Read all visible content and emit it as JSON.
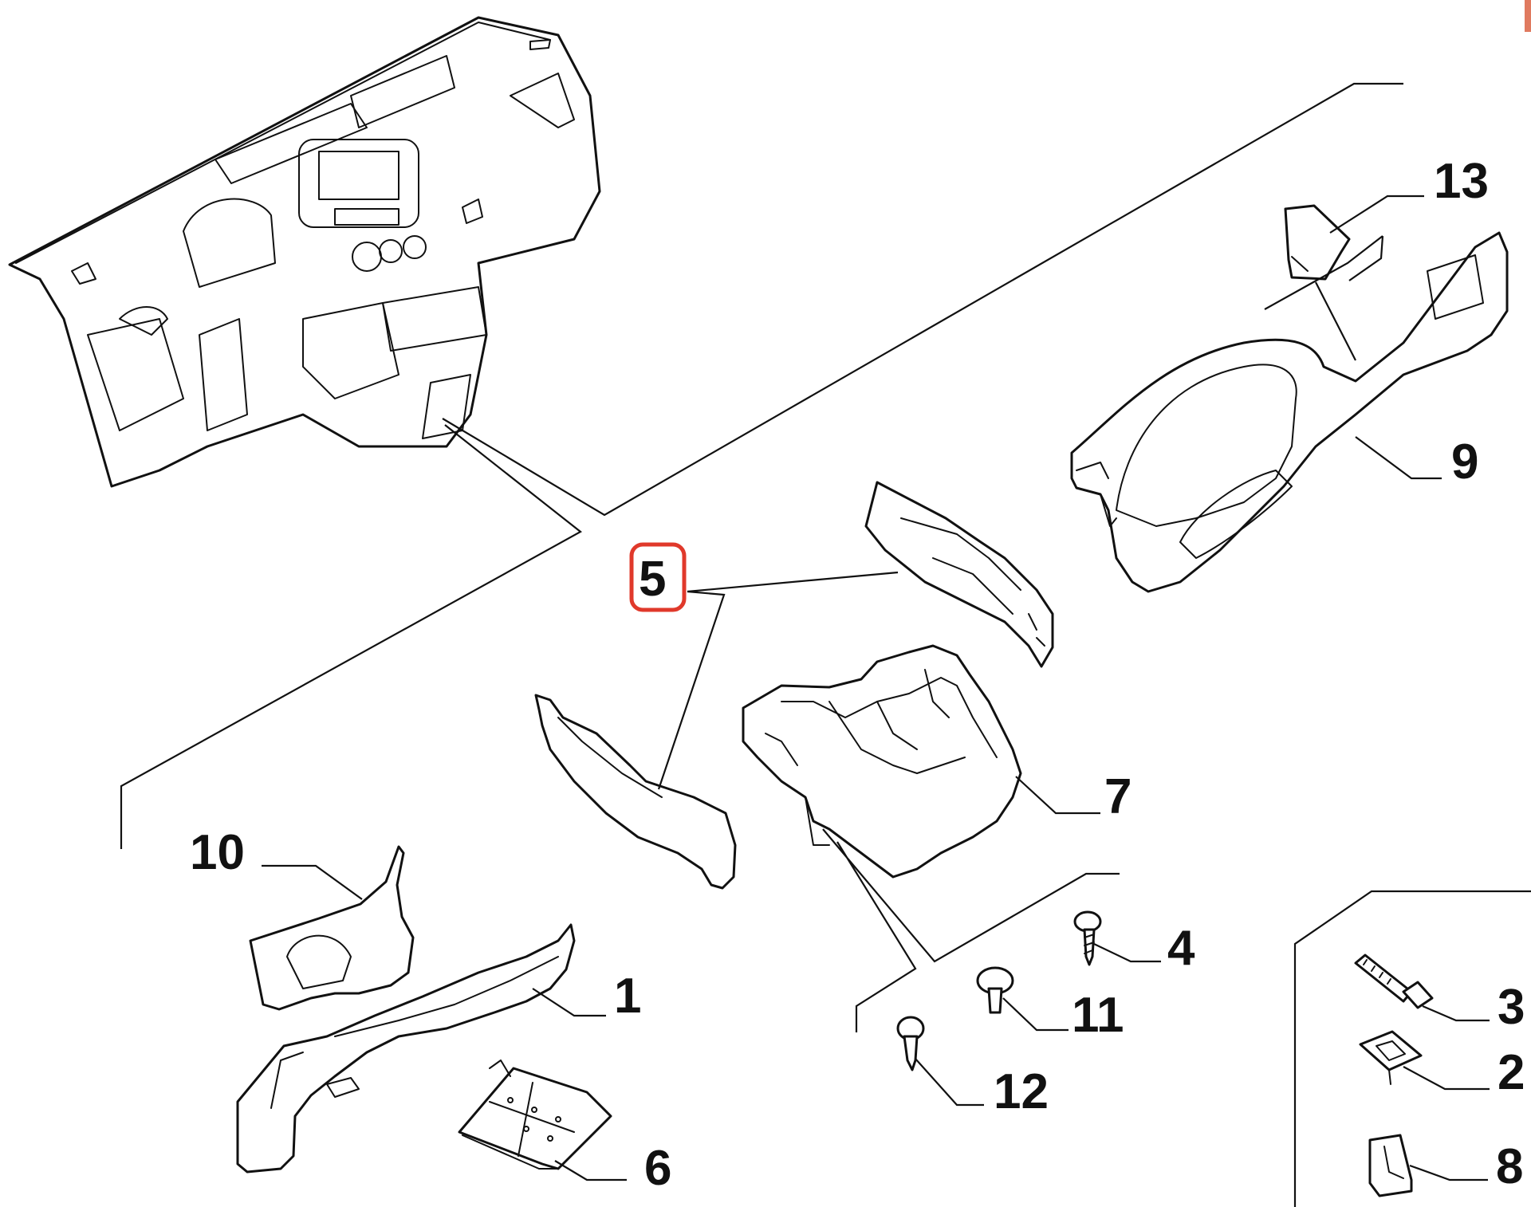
{
  "diagram": {
    "highlighted_label": "5",
    "highlight_color": "#e0392b",
    "line_color": "#111111",
    "parts": [
      {
        "id": "p13",
        "label": "13"
      },
      {
        "id": "p9",
        "label": "9"
      },
      {
        "id": "p5",
        "label": "5"
      },
      {
        "id": "p7",
        "label": "7"
      },
      {
        "id": "p10",
        "label": "10"
      },
      {
        "id": "p1",
        "label": "1"
      },
      {
        "id": "p4",
        "label": "4"
      },
      {
        "id": "p11",
        "label": "11"
      },
      {
        "id": "p12",
        "label": "12"
      },
      {
        "id": "p8",
        "label": "8"
      },
      {
        "id": "p6",
        "label": "6"
      },
      {
        "id": "p3",
        "label": "3"
      },
      {
        "id": "p2",
        "label": "2"
      }
    ]
  }
}
